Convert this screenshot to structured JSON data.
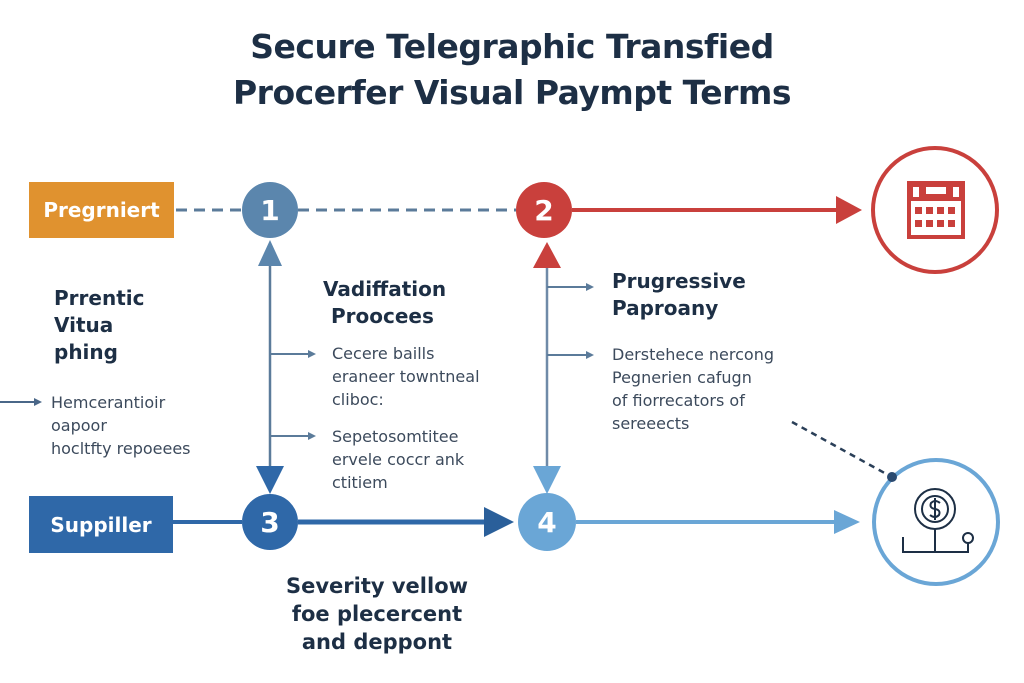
{
  "title": {
    "line1": "Secure Telegraphic Transfied",
    "line2": "Procerfer Visual Paympt Terms"
  },
  "boxes": {
    "top": "Pregrniert",
    "bottom": "Suppiller"
  },
  "steps": [
    {
      "number": "1",
      "color": "#5b86ad"
    },
    {
      "number": "2",
      "color": "#c9403c"
    },
    {
      "number": "3",
      "color": "#2f68a8"
    },
    {
      "number": "4",
      "color": "#6aa6d6"
    }
  ],
  "left_panel": {
    "heading": [
      "Prrentic",
      "Vitua",
      "phing"
    ],
    "body": [
      "Hemcerantioir",
      "oapoor",
      "hocltfty repoeees"
    ]
  },
  "middle_panel": {
    "heading": [
      "Vadiffation",
      "Proocees"
    ],
    "item1": [
      "Cecere baills",
      "eraneer towntneal",
      "cliboc:"
    ],
    "item2": [
      "Sepetosomtitee",
      "ervele coccr ank",
      "ctitiem"
    ]
  },
  "right_panel": {
    "heading": [
      "Prugressive",
      "Paproany"
    ],
    "body": [
      "Derstehece nercong",
      "Pegnerien cafugn",
      "of fiorrecators of",
      "sereeects"
    ]
  },
  "bottom_caption": [
    "Severity vellow",
    "foe plecercent",
    "and deppont"
  ],
  "icons": {
    "top_right": "calendar-icon",
    "bottom_right": "dollar-plant-icon"
  },
  "colors": {
    "orange": "#e0922f",
    "red": "#c9403c",
    "steel_blue": "#5b86ad",
    "dark_blue": "#2f68a8",
    "light_blue": "#6aa6d6",
    "navy_text": "#1d2f45"
  }
}
